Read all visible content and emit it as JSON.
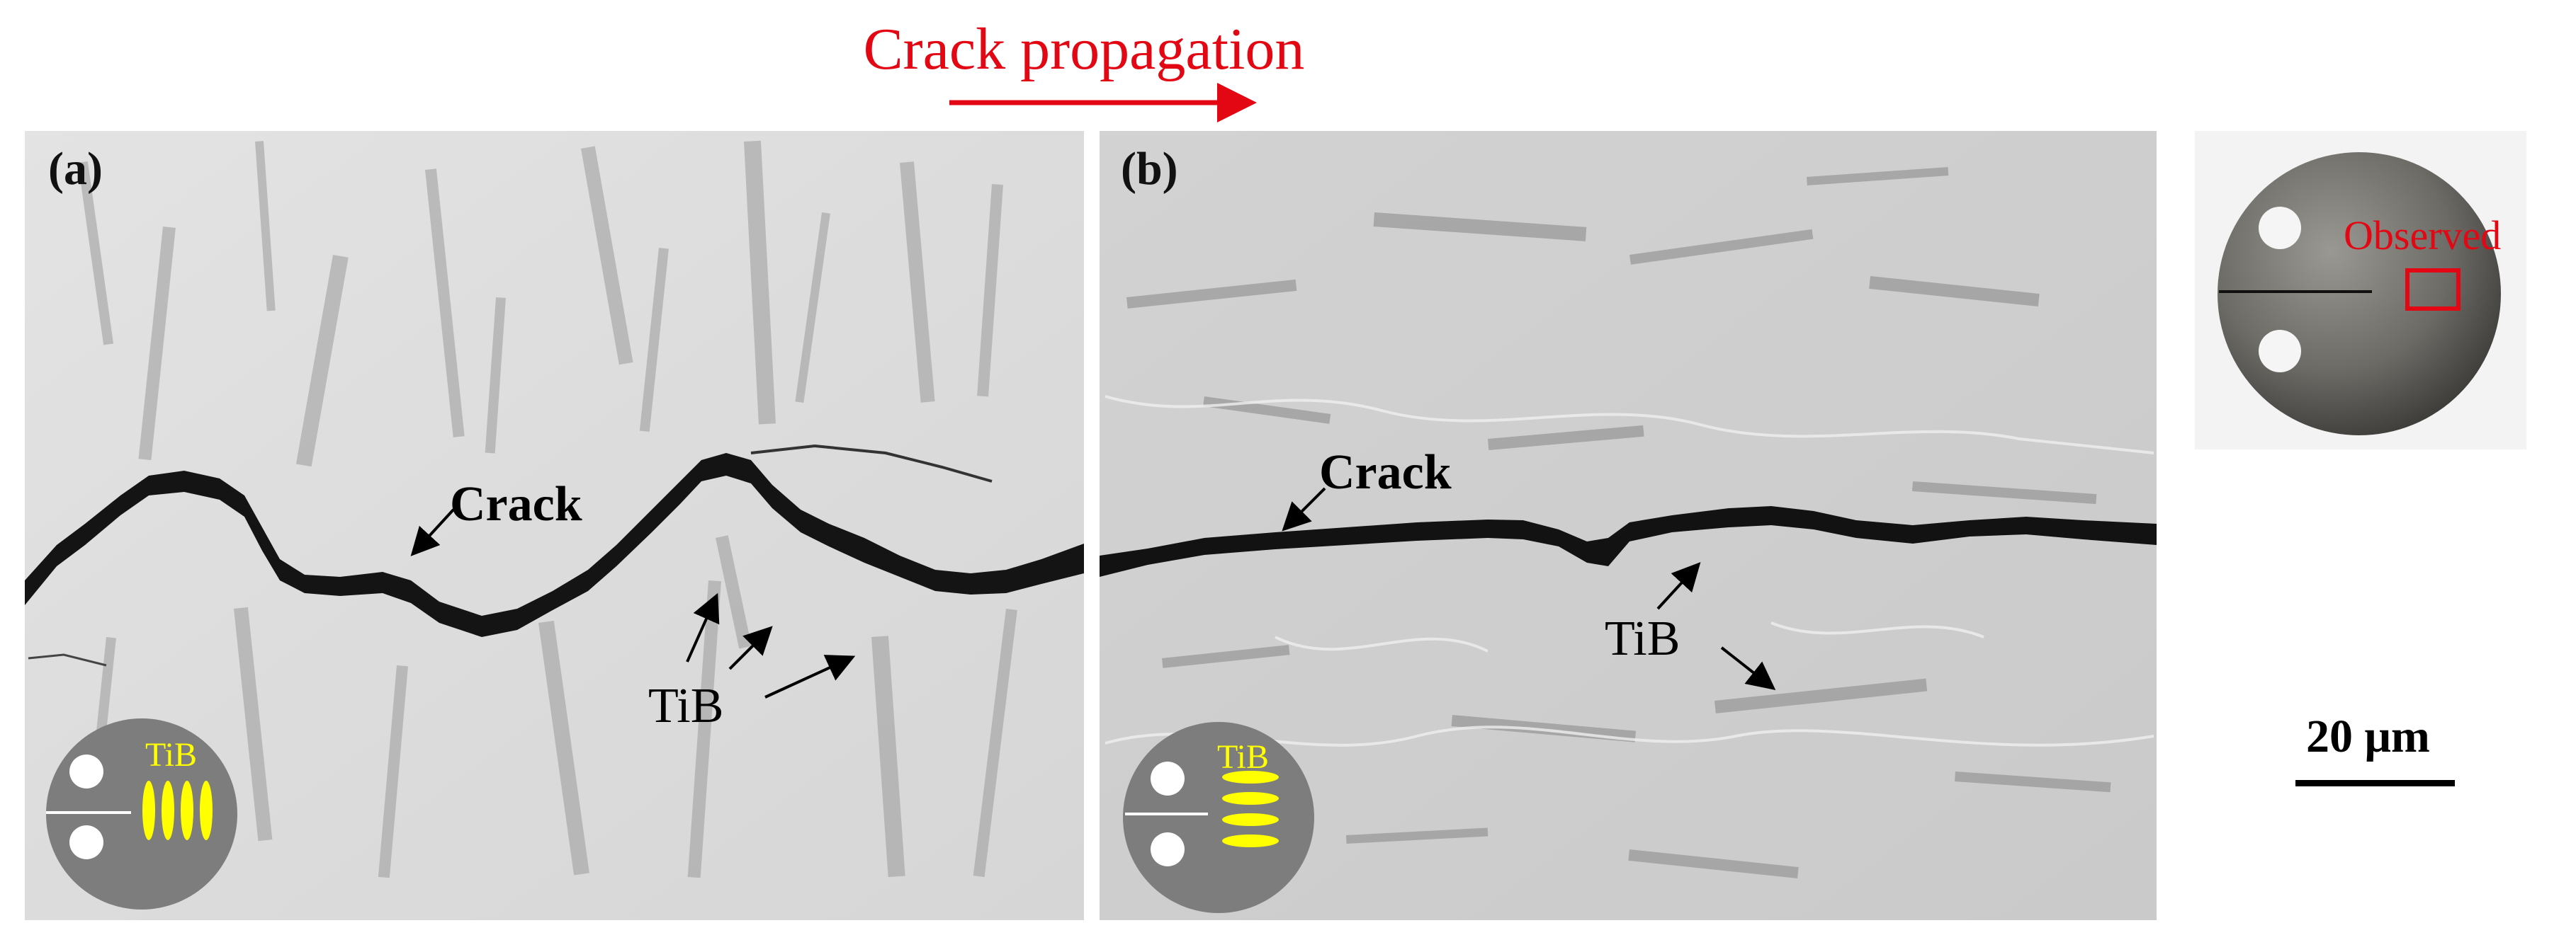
{
  "figure": {
    "title": "Crack propagation",
    "panel_a": {
      "label": "(a)",
      "crack_label": "Crack",
      "tib_label": "TiB",
      "inset_label": "TiB"
    },
    "panel_b": {
      "label": "(b)",
      "crack_label": "Crack",
      "tib_label": "TiB",
      "inset_label": "TiB"
    },
    "specimen": {
      "observed_label": "Observed"
    },
    "scale_bar": {
      "label": "20 μm"
    },
    "colors": {
      "annotation_red": "#e30613",
      "inset_yellow": "#ffff00",
      "inset_gray": "#7d7d7d"
    }
  }
}
